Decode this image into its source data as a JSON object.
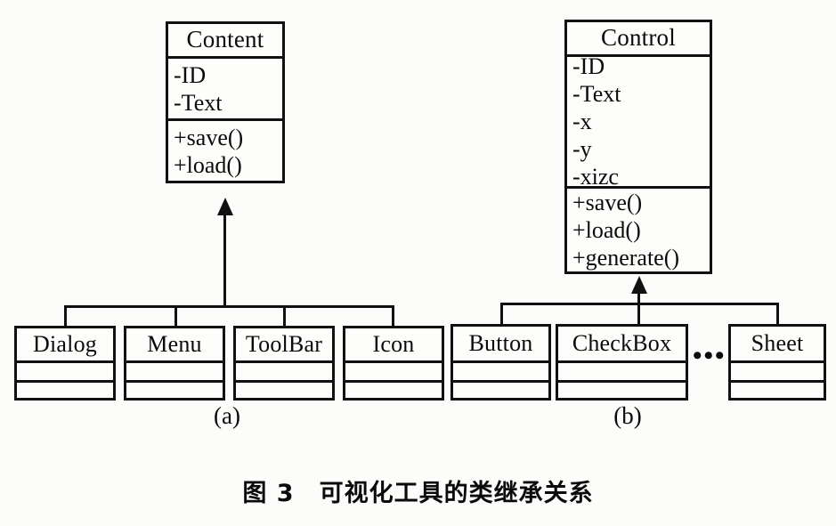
{
  "figure": {
    "caption": "图 3　可视化工具的类继承关系",
    "sub_label_a": "(a)",
    "sub_label_b": "(b)",
    "ellipsis": "•••"
  },
  "diagram_a": {
    "parent": {
      "name": "Content",
      "attributes": [
        "-ID",
        "-Text"
      ],
      "methods": [
        "+save()",
        "+load()"
      ]
    },
    "children": [
      {
        "name": "Dialog",
        "attributes": [],
        "methods": []
      },
      {
        "name": "Menu",
        "attributes": [],
        "methods": []
      },
      {
        "name": "ToolBar",
        "attributes": [],
        "methods": []
      },
      {
        "name": "Icon",
        "attributes": [],
        "methods": []
      }
    ]
  },
  "diagram_b": {
    "parent": {
      "name": "Control",
      "attributes": [
        "-ID",
        "-Text",
        "-x",
        "-y",
        "-xizc"
      ],
      "methods": [
        "+save()",
        "+load()",
        "+generate()"
      ]
    },
    "children": [
      {
        "name": "Button",
        "attributes": [],
        "methods": []
      },
      {
        "name": "CheckBox",
        "attributes": [],
        "methods": []
      },
      {
        "name": "Sheet",
        "attributes": [],
        "methods": []
      }
    ]
  },
  "colors": {
    "stroke": "#111111",
    "paper": "#fcfcfa",
    "text": "#0a0a0a"
  }
}
